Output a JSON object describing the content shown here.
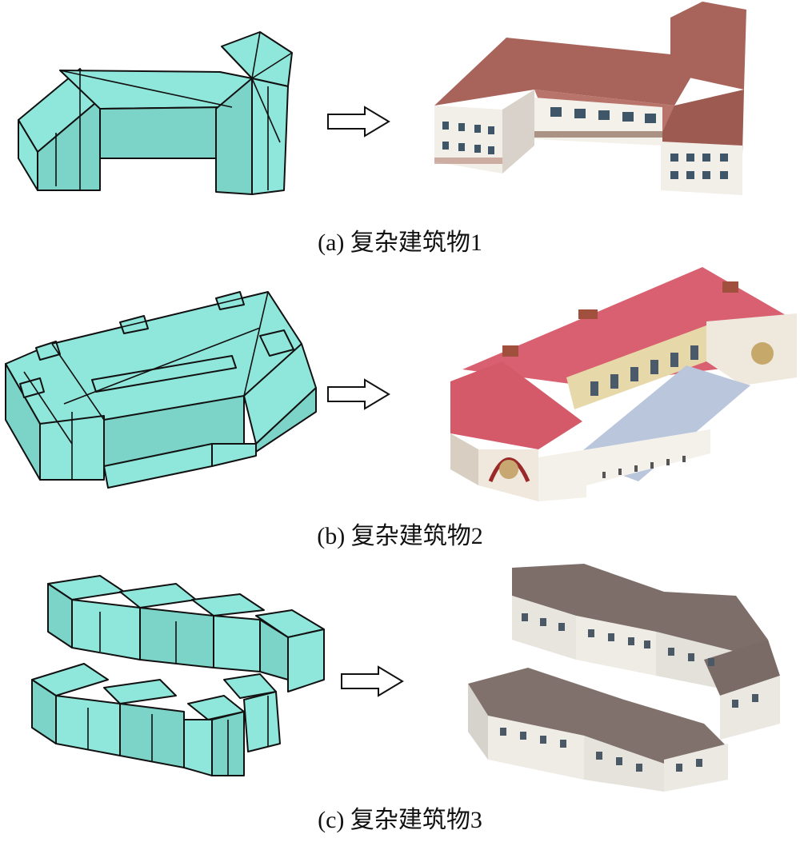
{
  "figure": {
    "panels": [
      {
        "id": "a",
        "caption": "(a) 复杂建筑物1"
      },
      {
        "id": "b",
        "caption": "(b) 复杂建筑物2"
      },
      {
        "id": "c",
        "caption": "(c) 复杂建筑物3"
      }
    ],
    "colors": {
      "wireframe_fill": "#8fe6da",
      "wireframe_shade": "#7cd4c8",
      "roof_brown": "#a8645a",
      "roof_pink": "#d96070",
      "roof_gray": "#7d6e6a",
      "wall": "#f2eee8"
    },
    "icons": [
      "arrow-right-icon"
    ]
  }
}
